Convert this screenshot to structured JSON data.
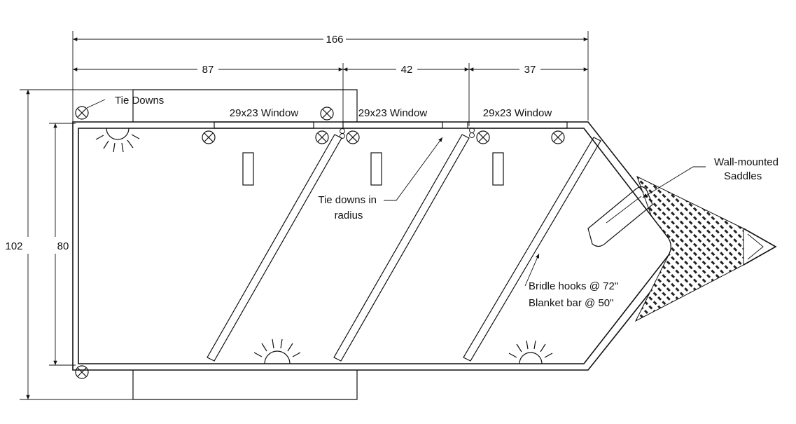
{
  "dimensions": {
    "overall_length": "166",
    "section_1": "87",
    "section_2": "42",
    "section_3": "37",
    "outer_height": "102",
    "inner_height": "80"
  },
  "labels": {
    "tie_downs": "Tie Downs",
    "window_1": "29x23 Window",
    "window_2": "29x23 Window",
    "window_3": "29x23 Window",
    "tie_downs_radius_line1": "Tie downs in",
    "tie_downs_radius_line2": "radius",
    "saddles_line1": "Wall-mounted",
    "saddles_line2": "Saddles",
    "bridle_hooks": "Bridle hooks @ 72\"",
    "blanket_bar": "Blanket bar @ 50\""
  },
  "colors": {
    "line": "#111111",
    "background": "#ffffff"
  }
}
